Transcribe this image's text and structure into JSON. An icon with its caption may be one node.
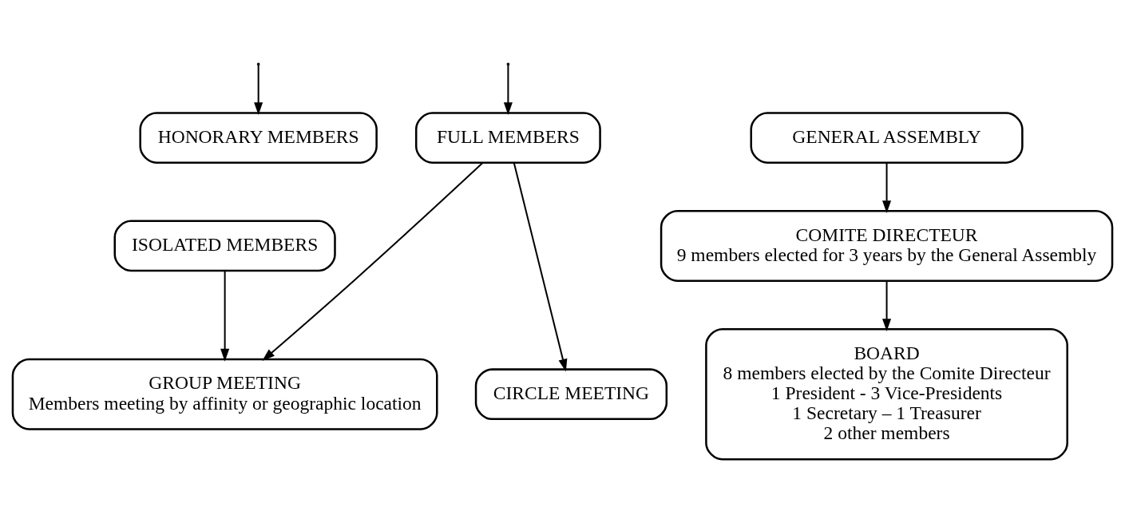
{
  "diagram": {
    "nodes": [
      {
        "text": [
          "HONORARY MEMBERS"
        ]
      },
      {
        "text": [
          "FULL MEMBERS"
        ]
      },
      {
        "text": [
          "GENERAL ASSEMBLY"
        ]
      },
      {
        "text": [
          "ISOLATED MEMBERS"
        ]
      },
      {
        "text": [
          "COMITE DIRECTEUR",
          "9 members elected for 3 years by the General Assembly"
        ]
      },
      {
        "text": [
          "GROUP MEETING",
          "Members meeting by affinity or geographic location"
        ]
      },
      {
        "text": [
          "CIRCLE MEETING"
        ]
      },
      {
        "text": [
          "BOARD",
          "8 members elected by the Comite Directeur",
          "1 President - 3 Vice-Presidents",
          "1 Secretary – 1 Treasurer",
          "2 other members"
        ]
      }
    ],
    "edges": [
      {
        "from": null,
        "to": 0,
        "arrow": "to"
      },
      {
        "from": null,
        "to": 1,
        "arrow": "to"
      },
      {
        "from": 3,
        "to": 5,
        "arrow": "to"
      },
      {
        "from": 1,
        "to": 5,
        "arrow": "to"
      },
      {
        "from": 1,
        "to": 6,
        "arrow": "to"
      },
      {
        "from": 2,
        "to": 4,
        "arrow": "to"
      },
      {
        "from": 4,
        "to": 7,
        "arrow": "to"
      }
    ]
  }
}
